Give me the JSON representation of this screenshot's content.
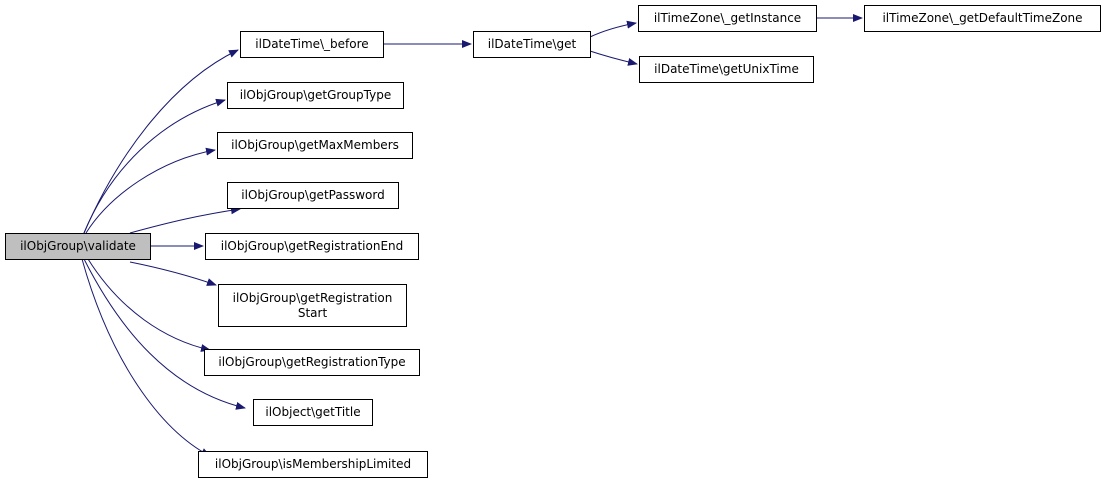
{
  "colors": {
    "edge": "#191970",
    "node_border": "#000000",
    "root_fill": "#bfbfbf",
    "node_fill": "#ffffff"
  },
  "nodes": {
    "validate": "ilObjGroup\\validate",
    "before": "ilDateTime\\_before",
    "get": "ilDateTime\\get",
    "tz_getinstance": "ilTimeZone\\_getInstance",
    "tz_default": "ilTimeZone\\_getDefaultTimeZone",
    "getunixtime": "ilDateTime\\getUnixTime",
    "getgrouptype": "ilObjGroup\\getGroupType",
    "getmaxmembers": "ilObjGroup\\getMaxMembers",
    "getpassword": "ilObjGroup\\getPassword",
    "getregend": "ilObjGroup\\getRegistrationEnd",
    "getregstart": "ilObjGroup\\getRegistration\nStart",
    "getregtype": "ilObjGroup\\getRegistrationType",
    "gettitle": "ilObject\\getTitle",
    "ismembershiplimited": "ilObjGroup\\isMembershipLimited"
  }
}
